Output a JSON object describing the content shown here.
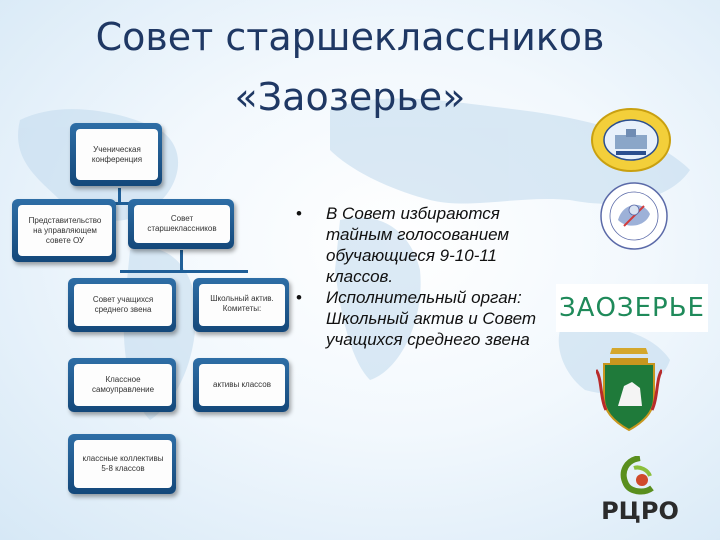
{
  "title": {
    "line1": "Совет старшеклассников",
    "line2": "«Заозерье»"
  },
  "org_chart": {
    "conference": "Ученическая конференция",
    "representatives": "Представительство на управляющем совете ОУ",
    "senior_council": "Совет старшеклассников",
    "middle_council": "Совет учащихся среднего звена",
    "school_active": "Школьный актив. Комитеты:",
    "class_self_gov": "Классное самоуправление",
    "class_actives": "активы классов",
    "class_collectives": "классные коллективы 5-8 классов"
  },
  "bullets": [
    "В Совет избираются тайным голосованием обучающиеся 9-10-11 классов.",
    "Исполнительный орган: Школьный актив и Совет учащихся среднего звена"
  ],
  "logos": {
    "zaozerye_text": "ЗАОЗЕРЬЕ",
    "rcro_text": "РЦРО"
  },
  "colors": {
    "title": "#1f3864",
    "box_frame": "#1f5f98",
    "zaozerye_green": "#1f8a5a",
    "rcro_green": "#5a8f1e"
  }
}
